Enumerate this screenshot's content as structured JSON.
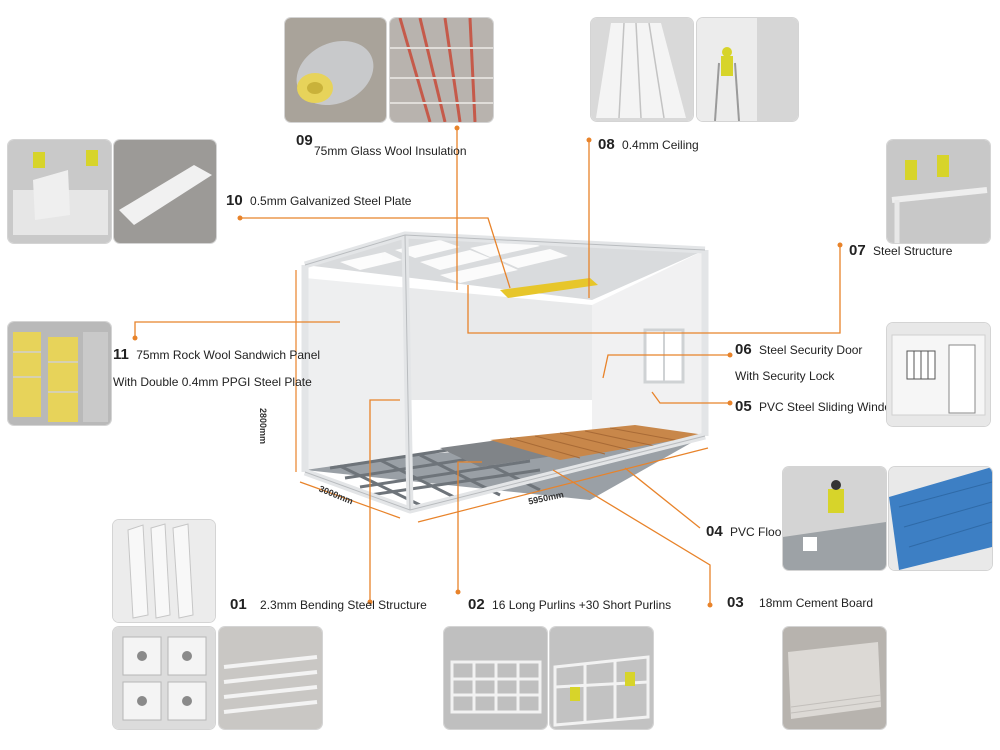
{
  "components": [
    {
      "id": "01",
      "text": "2.3mm Bending Steel Structure"
    },
    {
      "id": "02",
      "text": "16 Long Purlins +30 Short Purlins"
    },
    {
      "id": "03",
      "text": "18mm Cement Board"
    },
    {
      "id": "04",
      "text": "PVC Floor"
    },
    {
      "id": "05",
      "text": "PVC Steel Sliding Window"
    },
    {
      "id": "06",
      "text": "Steel Security Door",
      "text2": "With Security Lock"
    },
    {
      "id": "07",
      "text": "Steel Structure"
    },
    {
      "id": "08",
      "text": "0.4mm Ceiling"
    },
    {
      "id": "09",
      "text": "75mm Glass Wool Insulation"
    },
    {
      "id": "10",
      "text": "0.5mm Galvanized Steel Plate"
    },
    {
      "id": "11",
      "text": "75mm Rock Wool Sandwich Panel",
      "text2": "With Double 0.4mm PPGI Steel Plate"
    }
  ],
  "dimensions": {
    "height": "2800mm",
    "width": "3000mm",
    "length": "5950mm"
  },
  "colors": {
    "leader": "#e8832a",
    "frame": "#e6e8ea",
    "floor": "#c8874a",
    "insulation": "#e7c62a"
  }
}
